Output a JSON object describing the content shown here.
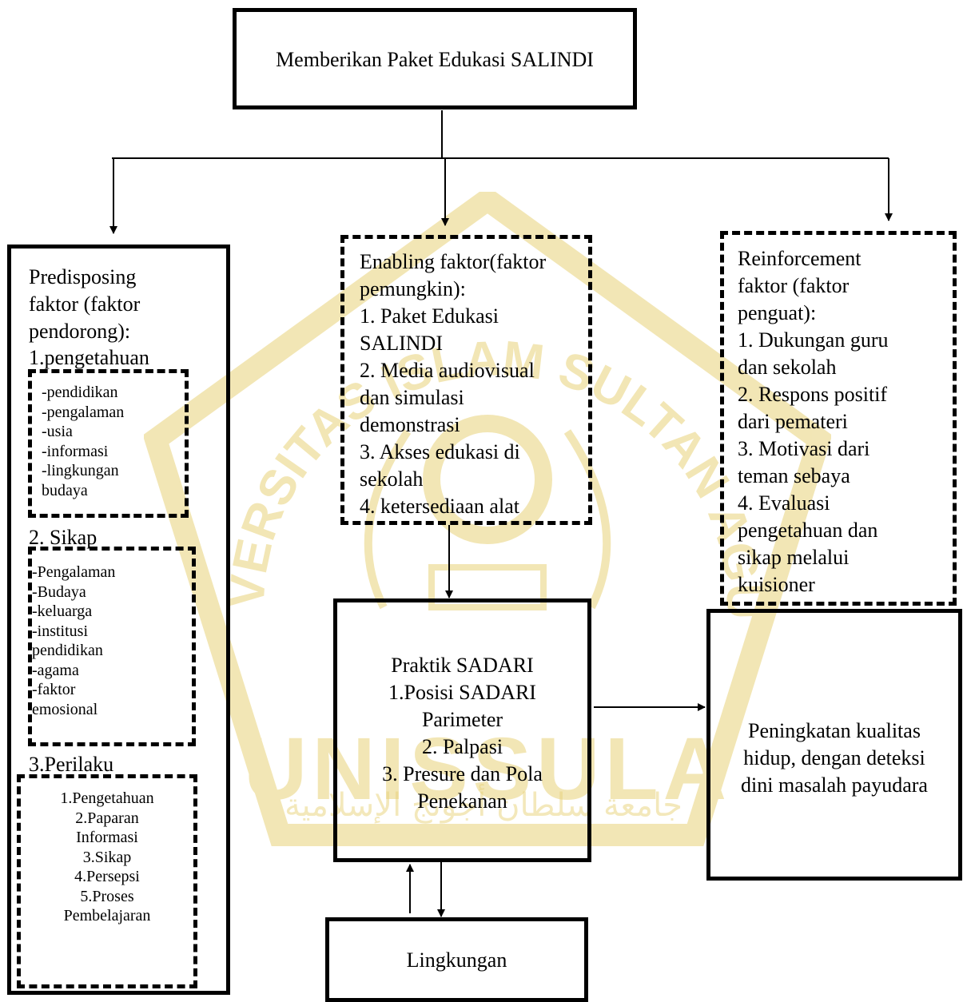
{
  "watermark": {
    "arc_text": "UNIVERSITAS ISLAM SULTAN AGUNG",
    "brand": "UNISSULA",
    "arabic": "جامعة سلطان أجونج الإسلامية",
    "color": "#e8d27a"
  },
  "top_box": {
    "text": "Memberikan Paket Edukasi SALINDI"
  },
  "predisposing": {
    "title": "Predisposing\nfaktor (faktor\npendorong):",
    "pengetahuan_label": "1.pengetahuan",
    "pengetahuan_items": "-pendidikan\n-pengalaman\n-usia\n-informasi\n-lingkungan\n budaya",
    "sikap_label": "2. Sikap",
    "sikap_items": "-Pengalaman\n-Budaya\n-keluarga\n-institusi\npendidikan\n-agama\n-faktor\nemosional",
    "perilaku_label": "3.Perilaku",
    "perilaku_items": "1.Pengetahuan\n2.Paparan\nInformasi\n3.Sikap\n4.Persepsi\n5.Proses\nPembelajaran"
  },
  "enabling": {
    "text": "Enabling faktor(faktor\npemungkin):\n1. Paket Edukasi\nSALINDI\n2. Media audiovisual\ndan simulasi\ndemonstrasi\n3. Akses edukasi di\nsekolah\n4. ketersediaan alat"
  },
  "reinforcement": {
    "text": "Reinforcement\nfaktor (faktor\npenguat):\n1. Dukungan guru\ndan sekolah\n2. Respons positif\ndari pemateri\n3. Motivasi dari\nteman sebaya\n4. Evaluasi\npengetahuan dan\nsikap melalui\nkuisioner"
  },
  "praktik": {
    "text": "Praktik SADARI\n1.Posisi SADARI\nParimeter\n2. Palpasi\n3. Presure dan Pola\nPenekanan"
  },
  "outcome": {
    "text": "Peningkatan kualitas\nhidup, dengan deteksi\ndini masalah payudara"
  },
  "lingkungan": {
    "text": "Lingkungan"
  }
}
